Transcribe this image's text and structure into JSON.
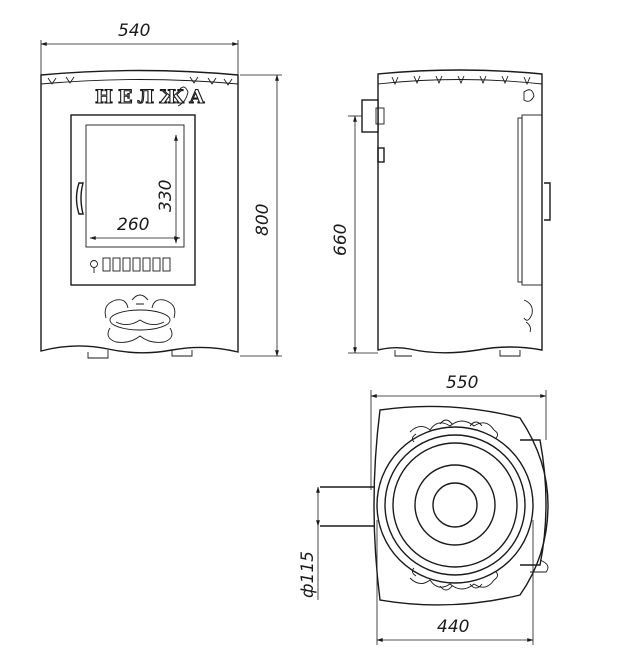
{
  "diagram": {
    "brand_text": "НЕЛЖА",
    "front_view": {
      "width_dim": "540",
      "height_dim": "800",
      "glass_height_dim": "330",
      "glass_width_dim": "260"
    },
    "side_view": {
      "chimney_height_dim": "660"
    },
    "top_view": {
      "depth_dim": "550",
      "bottom_depth_dim": "440",
      "pipe_diameter_dim": "ф115"
    },
    "line_color": "#1a1a1a",
    "background_color": "#ffffff"
  }
}
